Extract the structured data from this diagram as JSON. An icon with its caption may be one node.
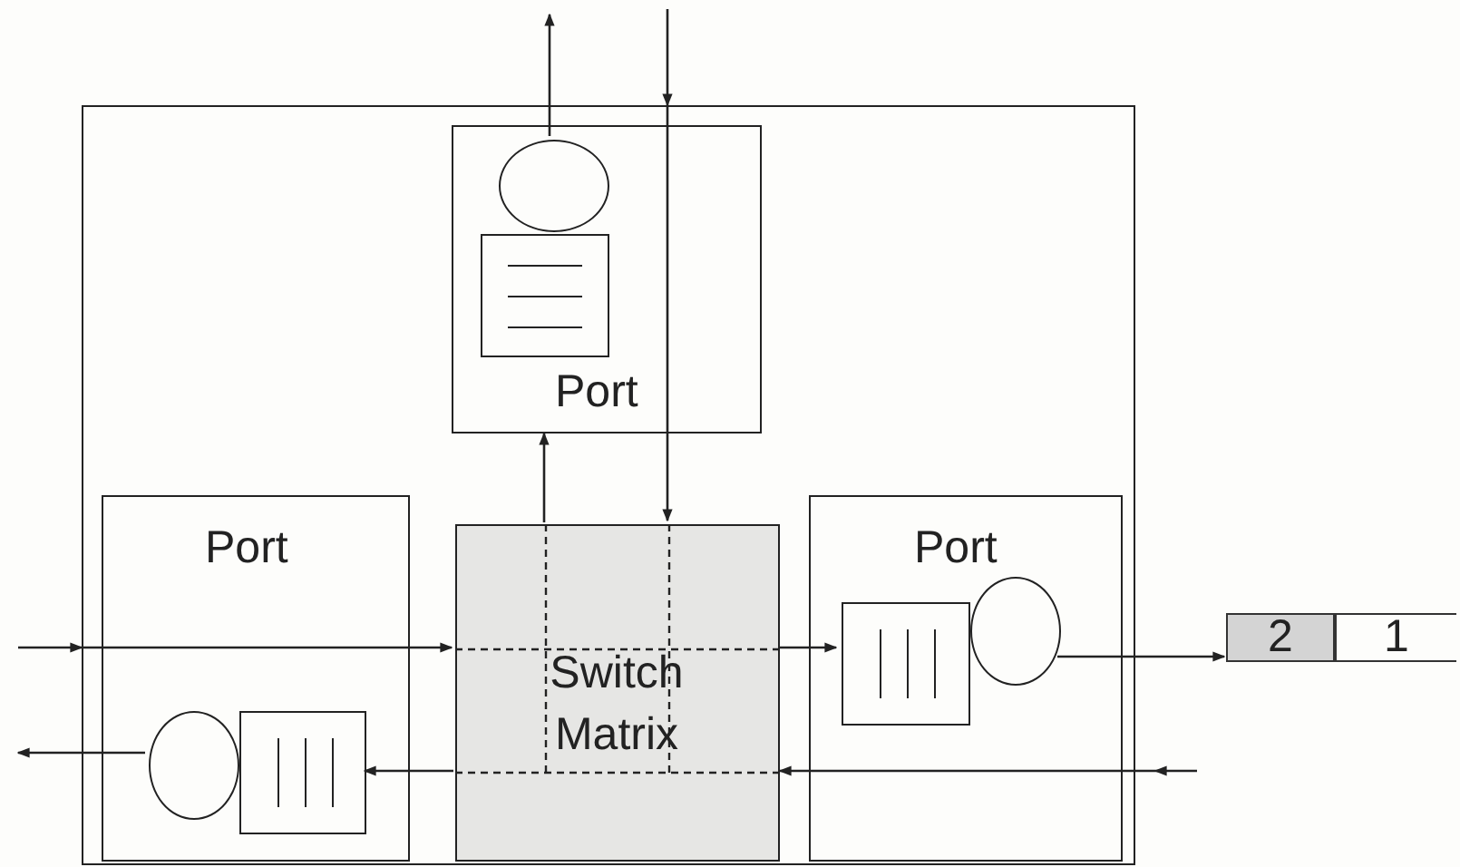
{
  "diagram": {
    "nodes": [
      {
        "text": [],
        "shape": "box"
      },
      {
        "text": [
          "Port"
        ],
        "in": 0
      },
      {
        "text": [],
        "shape": "circle",
        "in": 1
      },
      {
        "text": [],
        "shape": "box",
        "in": 1
      },
      {
        "text": [
          "Port"
        ],
        "in": 0
      },
      {
        "text": [],
        "shape": "circle",
        "in": 4
      },
      {
        "text": [],
        "shape": "box",
        "in": 4
      },
      {
        "text": [
          "Switch Matrix"
        ],
        "in": 0
      },
      {
        "text": [
          "Port"
        ],
        "in": 0
      },
      {
        "text": [],
        "shape": "box",
        "in": 8
      },
      {
        "text": [],
        "shape": "circle",
        "in": 8
      },
      {
        "text": [
          "2"
        ]
      },
      {
        "text": [
          "1"
        ]
      }
    ],
    "edges": [
      {
        "from": null,
        "to": 7,
        "arrow": "to"
      },
      {
        "from": 7,
        "to": 9,
        "arrow": "to"
      },
      {
        "from": 10,
        "to": 11,
        "arrow": "to"
      },
      {
        "from": null,
        "to": 7,
        "arrow": "to"
      },
      {
        "from": 7,
        "to": 6,
        "arrow": "to"
      },
      {
        "from": 5,
        "to": null,
        "arrow": "to"
      },
      {
        "from": 2,
        "to": null,
        "arrow": "to"
      },
      {
        "from": null,
        "to": 7,
        "arrow": "to"
      },
      {
        "from": 7,
        "to": 1,
        "arrow": "to"
      }
    ]
  }
}
